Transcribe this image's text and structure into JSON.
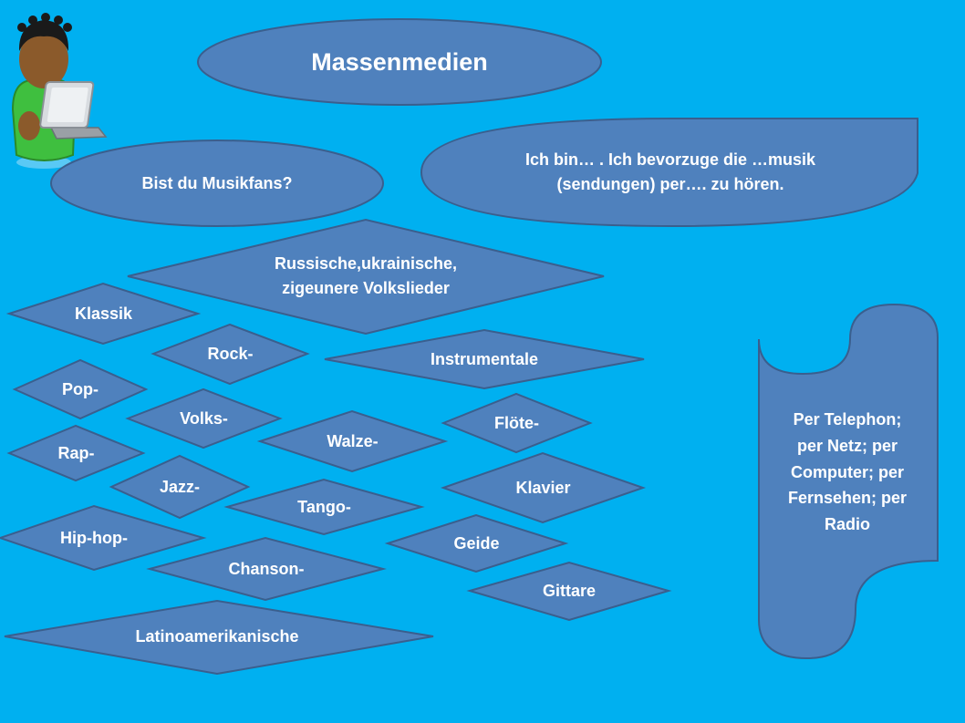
{
  "title": "Massenmedien",
  "question": "Bist du Musikfans?",
  "answer_template": "Ich bin… . Ich bevorzuge die …musik\n(sendungen)  per…. zu hören.",
  "media_list": "Per Telephon;\nper Netz;   per\nComputer;  per\nFernsehen;  per\nRadio",
  "genres": {
    "folk": "Russische,ukrainische,\nzigeunere Volkslieder",
    "klassik": "Klassik",
    "rock": "Rock-",
    "instrumentale": "Instrumentale",
    "pop": "Pop-",
    "volks": "Volks-",
    "walze": "Walze-",
    "floete": "Flöte-",
    "rap": "Rap-",
    "jazz": "Jazz-",
    "klavier": "Klavier",
    "tango": "Tango-",
    "hiphop": "Hip-hop-",
    "geide": "Geide",
    "chanson": "Chanson-",
    "gittare": "Gittare",
    "latino": "Latinoamerikanische"
  },
  "colors": {
    "background": "#00b0f0",
    "shape_fill": "#4f81bd",
    "shape_stroke": "#3a5f8e",
    "text": "#ffffff"
  },
  "icons": [
    "student-with-laptop-icon"
  ]
}
